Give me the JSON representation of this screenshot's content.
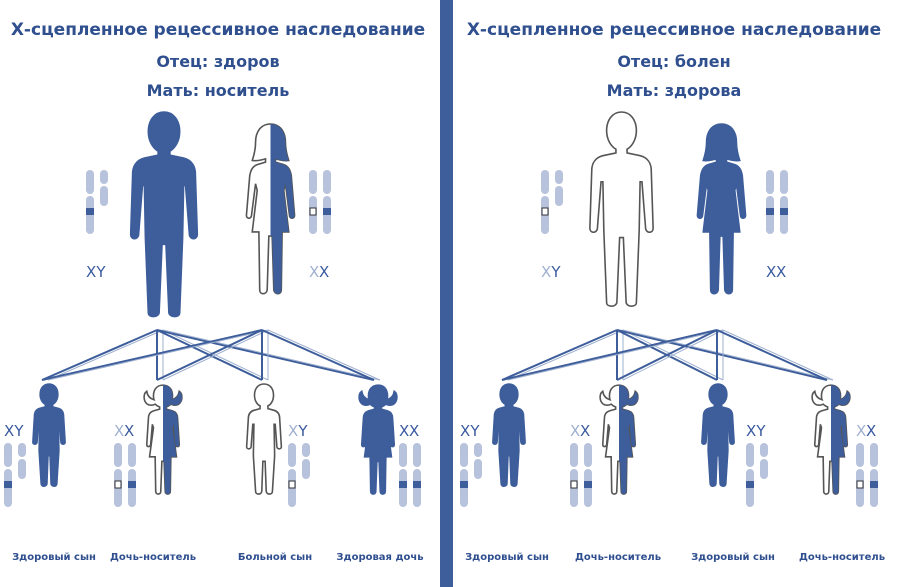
{
  "colors": {
    "dark": "#3d5d9b",
    "light": "#ffffff",
    "chromosome": "#b7c2dc",
    "band": "#3d5d9b",
    "divider": "#3d5d9b"
  },
  "left_panel": {
    "title": "Х-сцепленное рецессивное наследование",
    "father_status": "Отец: здоров",
    "mother_status": "Мать: носитель",
    "father_chromosomes": [
      "X",
      "Y"
    ],
    "mother_chromosomes": [
      "X",
      "X"
    ],
    "children": [
      {
        "label": "Здоровый сын",
        "chromosomes": [
          "X",
          "Y"
        ]
      },
      {
        "label": "Дочь-носитель",
        "chromosomes": [
          "X",
          "X"
        ]
      },
      {
        "label": "Больной сын",
        "chromosomes": [
          "X",
          "Y"
        ]
      },
      {
        "label": "Здоровая дочь",
        "chromosomes": [
          "X",
          "X"
        ]
      }
    ]
  },
  "right_panel": {
    "title": "Х-сцепленное рецессивное наследование",
    "father_status": "Отец: болен",
    "mother_status": "Мать: здорова",
    "father_chromosomes": [
      "X",
      "Y"
    ],
    "mother_chromosomes": [
      "X",
      "X"
    ],
    "children": [
      {
        "label": "Здоровый сын",
        "chromosomes": [
          "X",
          "Y"
        ]
      },
      {
        "label": "Дочь-носитель",
        "chromosomes": [
          "X",
          "X"
        ]
      },
      {
        "label": "Здоровый сын",
        "chromosomes": [
          "X",
          "Y"
        ]
      },
      {
        "label": "Дочь-носитель",
        "chromosomes": [
          "X",
          "X"
        ]
      }
    ]
  }
}
